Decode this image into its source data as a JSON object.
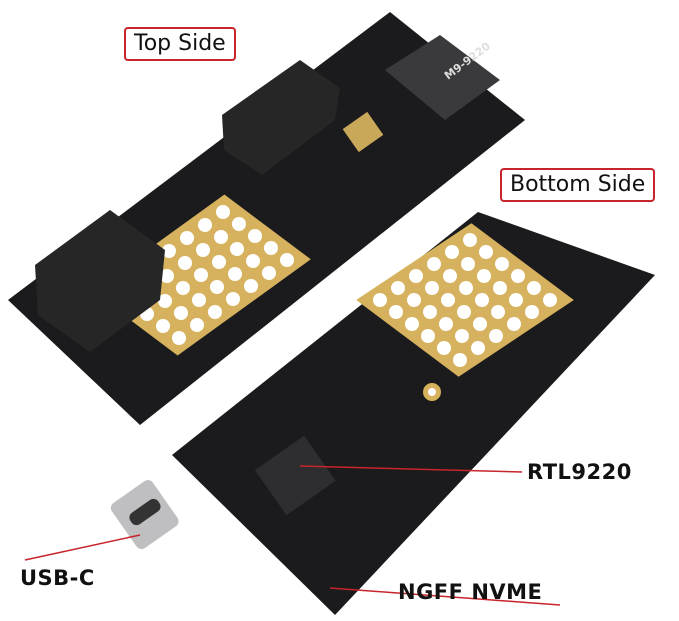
{
  "labels": {
    "top_side": "Top Side",
    "bottom_side": "Bottom Side",
    "chip": "RTL9220",
    "usb": "USB-C",
    "ngff": "NGFF NVME"
  },
  "board_marking": "M9-9220",
  "colors": {
    "pcb": "#1b1b1d",
    "gold": "#d6b25e",
    "callout_line": "#c8242b",
    "foam": "#222"
  }
}
